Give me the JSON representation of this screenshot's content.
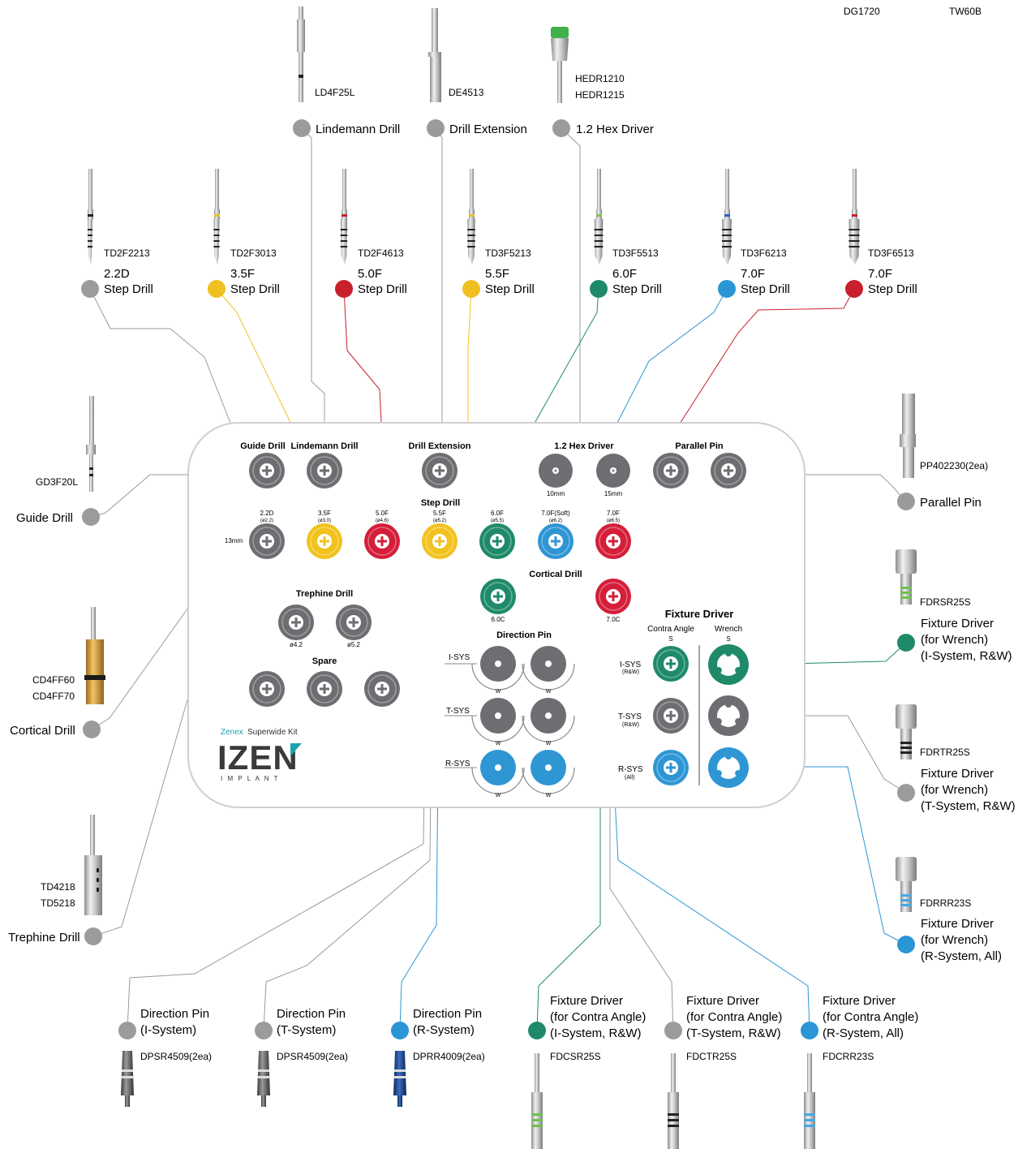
{
  "colors": {
    "gray": "#9a9b9d",
    "yellow": "#f0c020",
    "red": "#c8202d",
    "green": "#1f8a69",
    "blue": "#2a96d6",
    "slot_gray": "#6d6e71",
    "slot_yellow": "#f2c21e",
    "slot_red": "#d51f3a",
    "slot_green": "#1f8a69",
    "slot_blue": "#2f96d4",
    "brand_teal": "#1aa4b0",
    "tray_border": "#cfcfcf"
  },
  "header": {
    "code1": "DG1720",
    "code2": "TW60B"
  },
  "top_tools": [
    {
      "code": "LD4F25L",
      "label": "Lindemann Drill"
    },
    {
      "code": "DE4513",
      "label": "Drill Extension"
    },
    {
      "code": "HEDR1210",
      "code2": "HEDR1215",
      "label": "1.2 Hex Driver"
    }
  ],
  "step_drills": [
    {
      "code": "TD2F2213",
      "size": "2.2D",
      "label": "Step Drill",
      "color": "gray"
    },
    {
      "code": "TD2F3013",
      "size": "3.5F",
      "label": "Step Drill",
      "color": "yellow"
    },
    {
      "code": "TD2F4613",
      "size": "5.0F",
      "label": "Step Drill",
      "color": "red"
    },
    {
      "code": "TD3F5213",
      "size": "5.5F",
      "label": "Step Drill",
      "color": "yellow"
    },
    {
      "code": "TD3F5513",
      "size": "6.0F",
      "label": "Step Drill",
      "color": "green"
    },
    {
      "code": "TD3F6213",
      "size": "7.0F",
      "label": "Step Drill",
      "color": "blue"
    },
    {
      "code": "TD3F6513",
      "size": "7.0F",
      "label": "Step Drill",
      "color": "red"
    }
  ],
  "left_tools": [
    {
      "code": "GD3F20L",
      "label": "Guide Drill"
    },
    {
      "code": "CD4FF60",
      "code2": "CD4FF70",
      "label": "Cortical Drill"
    },
    {
      "code": "TD4218",
      "code2": "TD5218",
      "label": "Trephine Drill"
    }
  ],
  "right_tools": [
    {
      "code": "PP402230(2ea)",
      "label": "Parallel Pin"
    },
    {
      "code": "FDRSR25S",
      "label1": "Fixture Driver",
      "label2": "(for Wrench)",
      "label3": "(I-System, R&W)"
    },
    {
      "code": "FDRTR25S",
      "label1": "Fixture Driver",
      "label2": "(for Wrench)",
      "label3": "(T-System, R&W)"
    },
    {
      "code": "FDRRR23S",
      "label1": "Fixture Driver",
      "label2": "(for Wrench)",
      "label3": "(R-System, All)"
    }
  ],
  "bottom_tools": [
    {
      "label1": "Direction Pin",
      "label2": "(I-System)",
      "code": "DPSR4509(2ea)"
    },
    {
      "label1": "Direction Pin",
      "label2": "(T-System)",
      "code": "DPSR4509(2ea)"
    },
    {
      "label1": "Direction Pin",
      "label2": "(R-System)",
      "code": "DPRR4009(2ea)"
    },
    {
      "label1": "Fixture Driver",
      "label2": "(for Contra Angle)",
      "label3": "(I-System, R&W)",
      "code": "FDCSR25S"
    },
    {
      "label1": "Fixture Driver",
      "label2": "(for Contra Angle)",
      "label3": "(T-System, R&W)",
      "code": "FDCTR25S"
    },
    {
      "label1": "Fixture Driver",
      "label2": "(for Contra Angle)",
      "label3": "(R-System, All)",
      "code": "FDCRR23S"
    }
  ],
  "tray": {
    "guide_drill": "Guide Drill",
    "lindemann_drill": "Lindemann Drill",
    "drill_extension": "Drill Extension",
    "hex_driver": "1.2 Hex Driver",
    "parallel_pin": "Parallel Pin",
    "hex_10": "10mm",
    "hex_15": "15mm",
    "step_drill": "Step Drill",
    "len_13": "13mm",
    "step_sizes": [
      {
        "a": "2.2D",
        "b": "(ø2.2)"
      },
      {
        "a": "3.5F",
        "b": "(ø3.0)"
      },
      {
        "a": "5.0F",
        "b": "(ø4.6)"
      },
      {
        "a": "5.5F",
        "b": "(ø5.2)"
      },
      {
        "a": "6.0F",
        "b": "(ø5.5)"
      },
      {
        "a": "7.0F(Soft)",
        "b": "(ø6.2)"
      },
      {
        "a": "7.0F",
        "b": "(ø6.5)"
      }
    ],
    "cortical_drill": "Cortical Drill",
    "cortical_60": "6.0C",
    "cortical_70": "7.0C",
    "trephine_drill": "Trephine Drill",
    "trephine_42": "ø4.2",
    "trephine_52": "ø5.2",
    "spare": "Spare",
    "direction_pin": "Direction Pin",
    "isys": "I-SYS",
    "tsys": "T-SYS",
    "rsys": "R-SYS",
    "w": "W",
    "fixture_driver": "Fixture Driver",
    "contra_angle": "Contra Angle",
    "wrench": "Wrench",
    "s": "S",
    "rw": "(R&W)",
    "all": "(All)",
    "brand_zenex": "Zenex",
    "brand_kit": "Superwide Kit",
    "brand_logo": "IZEN",
    "brand_sub": "I M P L A N T"
  }
}
